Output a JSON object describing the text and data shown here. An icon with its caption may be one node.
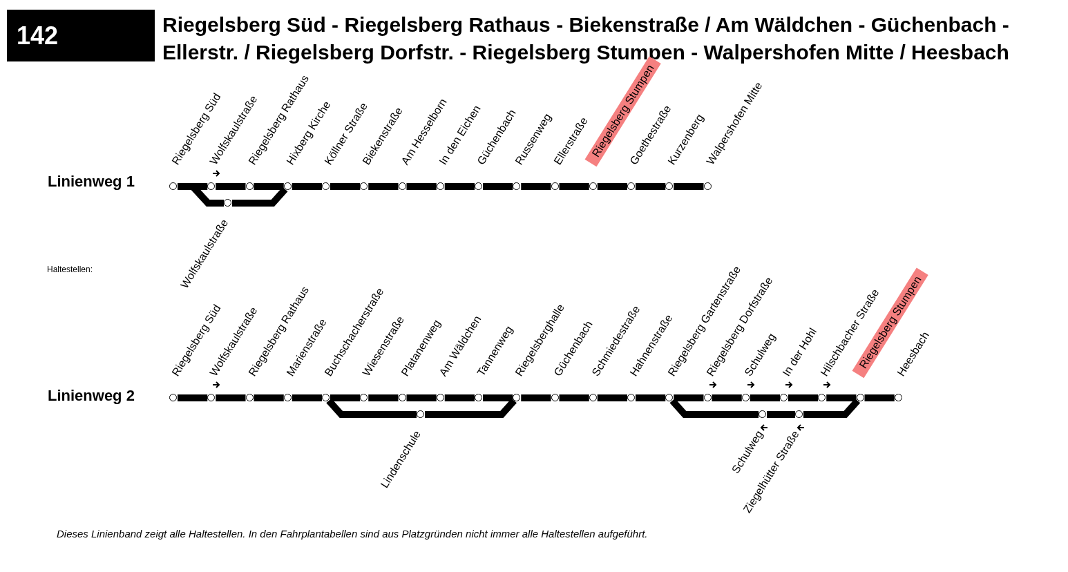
{
  "diagram": {
    "title": "Riegelsberg Süd - Riegelsberg Rathaus - Biekenstraße / Am Wäldchen - Güchenbach - Ellerstr. / Riegelsberg Dorfstr. - Riegelsberg Stumpen - Walpershofen Mitte / Heesbach",
    "caption": "Dieses Linienband zeigt alle Haltestellen. In den Fahrplantabellen sind aus Platzgründen nicht immer alle Haltestellen aufgeführt.",
    "nodes": [
      {
        "text": [],
        "shape": "circle",
        "beside": [
          "Riegelsberg Süd"
        ]
      },
      {
        "text": [],
        "shape": "circle",
        "beside": [
          "Wolfskaulstraße"
        ]
      },
      {
        "text": [],
        "shape": "circle",
        "beside": [
          "Riegelsberg Rathaus"
        ]
      },
      {
        "text": [],
        "shape": "circle",
        "beside": [
          "Hixberg Kirche"
        ]
      },
      {
        "text": [],
        "shape": "circle",
        "beside": [
          "Köllner Straße"
        ]
      },
      {
        "text": [],
        "shape": "circle",
        "beside": [
          "Biekenstraße"
        ]
      },
      {
        "text": [],
        "shape": "circle",
        "beside": [
          "Am Hesselborn"
        ]
      },
      {
        "text": [],
        "shape": "circle",
        "beside": [
          "In den Eichen"
        ]
      },
      {
        "text": [],
        "shape": "circle",
        "beside": [
          "Güchenbach"
        ]
      },
      {
        "text": [],
        "shape": "circle",
        "beside": [
          "Russenweg"
        ]
      },
      {
        "text": [],
        "shape": "circle",
        "beside": [
          "Ellerstraße"
        ]
      },
      {
        "text": [],
        "shape": "circle",
        "beside": [
          "Riegelsberg Stumpen"
        ]
      },
      {
        "text": [],
        "shape": "circle",
        "beside": [
          "Goethestraße"
        ]
      },
      {
        "text": [],
        "shape": "circle",
        "beside": [
          "Kurzenberg"
        ]
      },
      {
        "text": [],
        "shape": "circle",
        "beside": [
          "Walpershofen Mitte"
        ]
      },
      {
        "text": [],
        "shape": "circle",
        "beside": [
          "Wolfskaulstraße"
        ]
      },
      {
        "text": [],
        "shape": "circle",
        "beside": [
          "Riegelsberg Süd"
        ]
      },
      {
        "text": [],
        "shape": "circle",
        "beside": [
          "Wolfskaulstraße"
        ]
      },
      {
        "text": [],
        "shape": "circle",
        "beside": [
          "Riegelsberg Rathaus"
        ]
      },
      {
        "text": [],
        "shape": "circle",
        "beside": [
          "Marienstraße"
        ]
      },
      {
        "text": [],
        "shape": "circle",
        "beside": [
          "Buchschacherstraße"
        ]
      },
      {
        "text": [],
        "shape": "circle",
        "beside": [
          "Wiesenstraße"
        ]
      },
      {
        "text": [],
        "shape": "circle",
        "beside": [
          "Platanenweg"
        ]
      },
      {
        "text": [],
        "shape": "circle",
        "beside": [
          "Am Wäldchen"
        ]
      },
      {
        "text": [],
        "shape": "circle",
        "beside": [
          "Tannenweg"
        ]
      },
      {
        "text": [],
        "shape": "circle",
        "beside": [
          "Riegelsberghalle"
        ]
      },
      {
        "text": [],
        "shape": "circle",
        "beside": [
          "Güchenbach"
        ]
      },
      {
        "text": [],
        "shape": "circle",
        "beside": [
          "Schmiedestraße"
        ]
      },
      {
        "text": [],
        "shape": "circle",
        "beside": [
          "Hahnenstraße"
        ]
      },
      {
        "text": [],
        "shape": "circle",
        "beside": [
          "Riegelsberg Gartenstraße"
        ]
      },
      {
        "text": [],
        "shape": "circle",
        "beside": [
          "Riegelsberg Dorfstraße"
        ]
      },
      {
        "text": [],
        "shape": "circle",
        "beside": [
          "Schulweg"
        ]
      },
      {
        "text": [],
        "shape": "circle",
        "beside": [
          "In der Hohl"
        ]
      },
      {
        "text": [],
        "shape": "circle",
        "beside": [
          "Hilschbacher Straße"
        ]
      },
      {
        "text": [],
        "shape": "circle",
        "beside": [
          "Riegelsberg Stumpen"
        ]
      },
      {
        "text": [],
        "shape": "circle",
        "beside": [
          "Heesbach"
        ]
      },
      {
        "text": [],
        "shape": "circle",
        "beside": [
          "Lindenschule"
        ]
      },
      {
        "text": [],
        "shape": "circle",
        "beside": [
          "Schulweg"
        ]
      },
      {
        "text": [],
        "shape": "circle",
        "beside": [
          "Ziegelhütter Straße"
        ]
      }
    ],
    "edges": [
      {
        "from": 0,
        "to": 1,
        "arrow": "none"
      },
      {
        "from": 1,
        "to": 2,
        "arrow": "none"
      },
      {
        "from": 2,
        "to": 3,
        "arrow": "none"
      },
      {
        "from": 3,
        "to": 4,
        "arrow": "none"
      },
      {
        "from": 4,
        "to": 5,
        "arrow": "none"
      },
      {
        "from": 5,
        "to": 6,
        "arrow": "none"
      },
      {
        "from": 6,
        "to": 7,
        "arrow": "none"
      },
      {
        "from": 7,
        "to": 8,
        "arrow": "none"
      },
      {
        "from": 8,
        "to": 9,
        "arrow": "none"
      },
      {
        "from": 9,
        "to": 10,
        "arrow": "none"
      },
      {
        "from": 10,
        "to": 11,
        "arrow": "none"
      },
      {
        "from": 11,
        "to": 12,
        "arrow": "none"
      },
      {
        "from": 12,
        "to": 13,
        "arrow": "none"
      },
      {
        "from": 13,
        "to": 14,
        "arrow": "none"
      },
      {
        "from": 0,
        "to": 15,
        "arrow": "none"
      },
      {
        "from": 15,
        "to": 3,
        "arrow": "none"
      },
      {
        "from": 16,
        "to": 17,
        "arrow": "none"
      },
      {
        "from": 17,
        "to": 18,
        "arrow": "none"
      },
      {
        "from": 18,
        "to": 19,
        "arrow": "none"
      },
      {
        "from": 19,
        "to": 20,
        "arrow": "none"
      },
      {
        "from": 20,
        "to": 21,
        "arrow": "none"
      },
      {
        "from": 21,
        "to": 22,
        "arrow": "none"
      },
      {
        "from": 22,
        "to": 23,
        "arrow": "none"
      },
      {
        "from": 23,
        "to": 24,
        "arrow": "none"
      },
      {
        "from": 24,
        "to": 25,
        "arrow": "none"
      },
      {
        "from": 25,
        "to": 26,
        "arrow": "none"
      },
      {
        "from": 26,
        "to": 27,
        "arrow": "none"
      },
      {
        "from": 27,
        "to": 28,
        "arrow": "none"
      },
      {
        "from": 28,
        "to": 29,
        "arrow": "none"
      },
      {
        "from": 29,
        "to": 30,
        "arrow": "none"
      },
      {
        "from": 30,
        "to": 31,
        "arrow": "none"
      },
      {
        "from": 31,
        "to": 32,
        "arrow": "none"
      },
      {
        "from": 32,
        "to": 33,
        "arrow": "none"
      },
      {
        "from": 33,
        "to": 34,
        "arrow": "none"
      },
      {
        "from": 34,
        "to": 35,
        "arrow": "none"
      },
      {
        "from": 20,
        "to": 36,
        "arrow": "none"
      },
      {
        "from": 36,
        "to": 25,
        "arrow": "none"
      },
      {
        "from": 29,
        "to": 37,
        "arrow": "none"
      },
      {
        "from": 37,
        "to": 38,
        "arrow": "none"
      },
      {
        "from": 38,
        "to": 34,
        "arrow": "none"
      }
    ],
    "labels": [
      "142",
      "Linienweg 1",
      "Haltestellen:",
      "Linienweg 2"
    ]
  }
}
